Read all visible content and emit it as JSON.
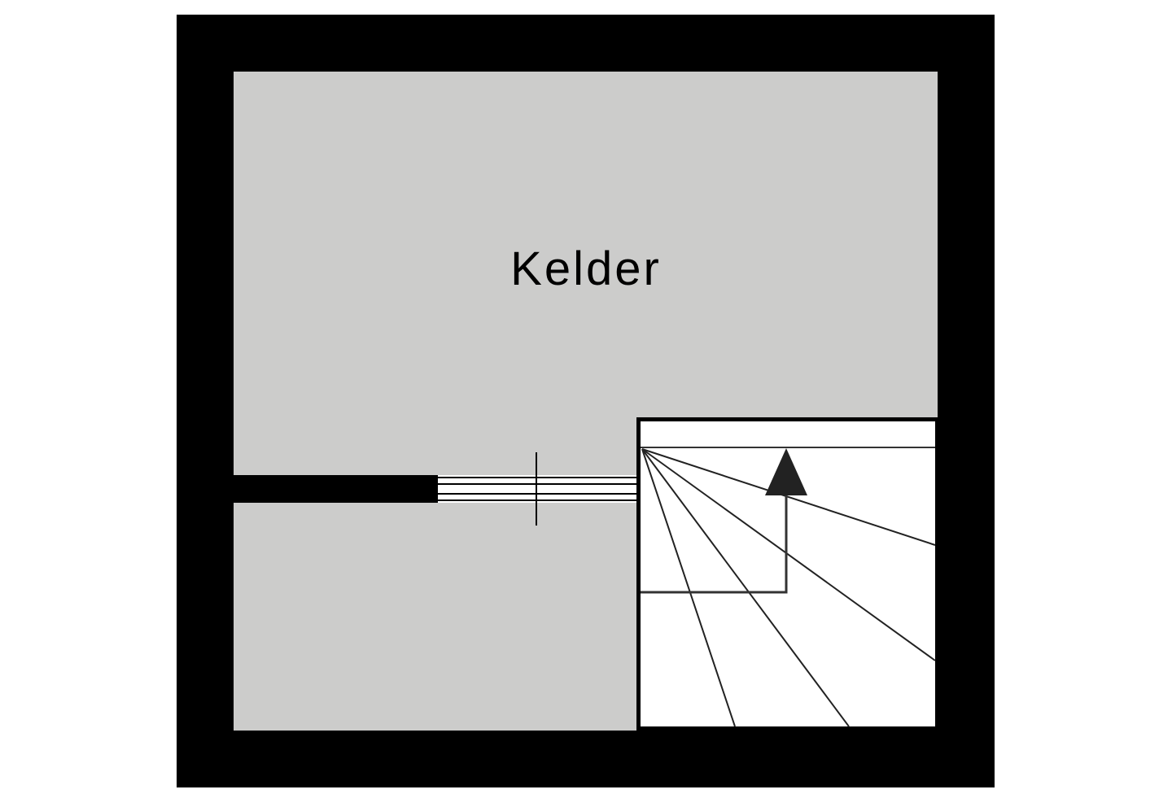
{
  "floorplan": {
    "rooms": [
      {
        "label": "Kelder"
      }
    ],
    "colors": {
      "wall": "#000000",
      "floor": "#cccccb",
      "stairs": "#ffffff",
      "background": "#ffffff",
      "arrow": "#222222"
    },
    "elements": {
      "outer_walls": "rectangle",
      "interior_wall_stub": "left partition",
      "door": "sliding/opening with 4 parallel lines",
      "staircase": "winder stair with direction arrow pointing up"
    }
  }
}
